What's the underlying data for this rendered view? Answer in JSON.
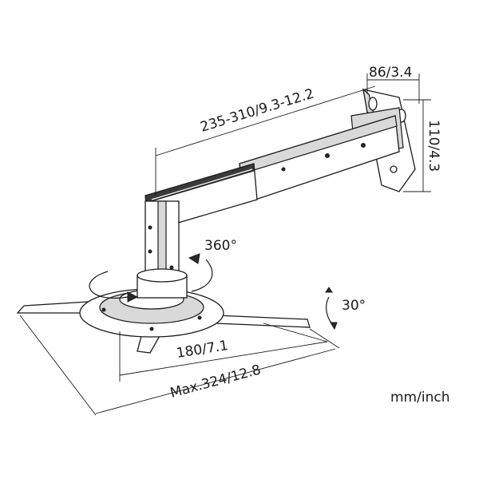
{
  "labels": {
    "arm_length": "235-310/9.3-12.2",
    "bracket_depth": "86/3.4",
    "bracket_height": "110/4.3",
    "rotation": "360°",
    "tilt": "30°",
    "plate_span": "180/7.1",
    "max_span": "Max.324/12.8",
    "units": "mm/inch"
  }
}
